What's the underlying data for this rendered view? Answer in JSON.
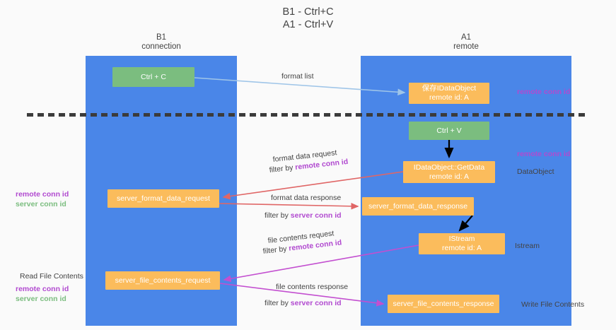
{
  "title": "B1 - Ctrl+C\nA1 - Ctrl+V",
  "lanes": [
    {
      "id": "b1",
      "header": "B1\nconnection"
    },
    {
      "id": "a1",
      "header": "A1\nremote"
    }
  ],
  "nodes": {
    "ctrl_c": "Ctrl + C",
    "save_dataobject": "保存IDataObject\nremote id: A",
    "ctrl_v": "Ctrl + V",
    "getdata": "IDataObject::GetData\nremote id: A",
    "server_format_data_request": "server_format_data_request",
    "server_format_data_response": "server_format_data_response",
    "istream": "IStream\nremote id: A",
    "server_file_contents_request": "server_file_contents_request",
    "server_file_contents_response": "server_file_contents_response"
  },
  "edge_labels": {
    "format_list": "format list",
    "format_data_request": "format data request",
    "format_data_request_filter_prefix": "filter by ",
    "format_data_request_filter_value": "remote conn id",
    "format_data_response": "format data response",
    "format_data_response_filter_prefix": "filter by ",
    "format_data_response_filter_value": "server conn id",
    "file_contents_request": "file contents request",
    "file_contents_request_filter_prefix": "filter by ",
    "file_contents_request_filter_value": "remote conn id",
    "file_contents_response": "file contents response",
    "file_contents_response_filter_prefix": "filter by ",
    "file_contents_response_filter_value": "server conn id"
  },
  "side_notes": {
    "right_remote_conn_id_top": "remote conn id",
    "right_remote_conn_id_mid": "remote conn id",
    "right_dataobject": "DataObject",
    "right_istream": "Istream",
    "right_write_file_contents": "Write File Contents",
    "left_remote_conn_id_mid": "remote conn id",
    "left_server_conn_id_mid": "server conn id",
    "left_read_file_contents": "Read File Contents",
    "left_remote_conn_id_bottom": "remote conn id",
    "left_server_conn_id_bottom": "server conn id"
  },
  "colors": {
    "lane_blue": "#4a86e8",
    "node_green": "#7bbd7f",
    "node_orange": "#fbbc5c",
    "accent_purple": "#b14ad0",
    "arrow_red": "#e06666",
    "arrow_lightblue": "#9fc5e8",
    "arrow_magenta": "#c34fd0",
    "arrow_black": "#000000",
    "divider_black": "#3b3b3b",
    "text_gray": "#434343",
    "background": "#fafafa"
  }
}
